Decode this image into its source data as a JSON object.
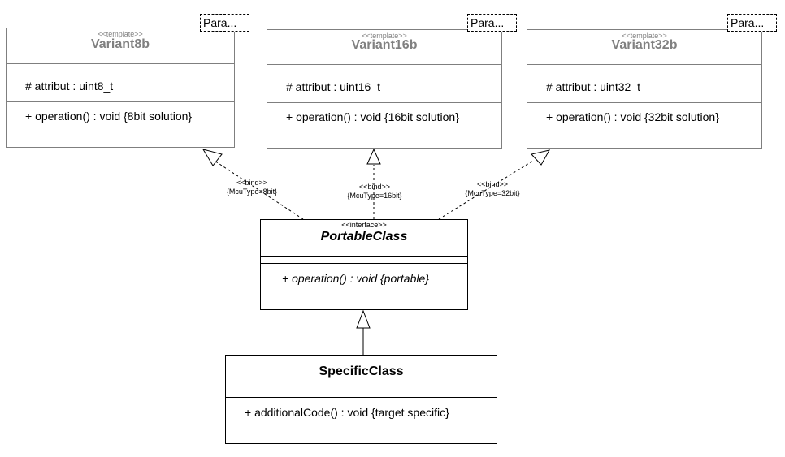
{
  "template_stereotype": "<<template>>",
  "param_label": "Para...",
  "bind_stereotype": "<<bind>>",
  "templates": [
    {
      "name": "Variant8b",
      "attribute": "# attribut : uint8_t",
      "operation": "+ operation() : void {8bit solution}",
      "binding": "{McuType=8bit}"
    },
    {
      "name": "Variant16b",
      "attribute": "# attribut : uint16_t",
      "operation": "+ operation() : void {16bit solution}",
      "binding": "{McuType=16bit}"
    },
    {
      "name": "Variant32b",
      "attribute": "# attribut : uint32_t",
      "operation": "+ operation() : void {32bit solution}",
      "binding": "{McuType=32bit}"
    }
  ],
  "interface": {
    "stereotype": "<<interface>>",
    "name": "PortableClass",
    "operation": "+ operation() : void {portable}"
  },
  "specific": {
    "name": "SpecificClass",
    "operation": "+ additionalCode() : void {target specific}"
  },
  "colors": {
    "border": "#7f7f7f",
    "dark_border": "#000000",
    "grey_text": "#808080"
  }
}
